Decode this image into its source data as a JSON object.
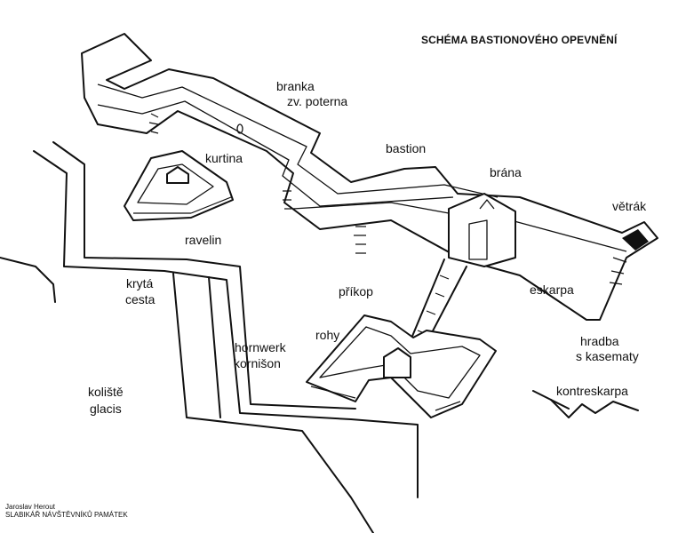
{
  "title": "SCHÉMA BASTIONOVÉHO OPEVNĚNÍ",
  "labels": {
    "branka": "branka",
    "zv_poterna": "zv. poterna",
    "bastion": "bastion",
    "kurtina": "kurtina",
    "brana": "brána",
    "vetrak": "větrák",
    "ravelin": "ravelin",
    "kryta": "krytá",
    "cesta": "cesta",
    "prikop": "příkop",
    "eskarpa": "eskarpa",
    "rohy": "rohy",
    "hornwerk": "hornwerk",
    "kornison": "kornišon",
    "hradba": "hradba",
    "s_kasematy": "s kasematy",
    "koliste": "koliště",
    "glacis": "glacis",
    "kontreskarpa": "kontreskarpa"
  },
  "credit": {
    "author": "Jaroslav Herout",
    "book": "SLABIKÁŘ NÁVŠTĚVNÍKŮ PAMÁTEK"
  }
}
